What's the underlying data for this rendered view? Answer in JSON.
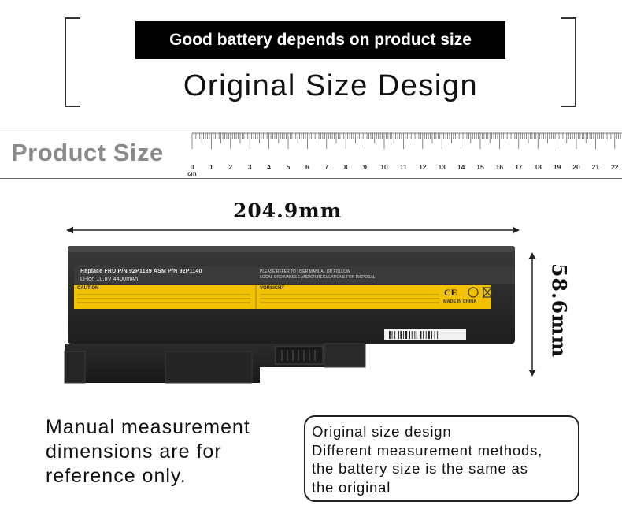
{
  "header": {
    "banner": "Good battery depends on product size",
    "headline": "Original Size Design"
  },
  "ruler": {
    "label": "Product Size",
    "unit": "cm",
    "numbers": [
      "0",
      "1",
      "2",
      "3",
      "4",
      "5",
      "6",
      "7",
      "8",
      "9",
      "10",
      "11",
      "12",
      "13",
      "14",
      "15",
      "16",
      "17",
      "18",
      "19",
      "20",
      "21",
      "22"
    ]
  },
  "dimensions": {
    "width": "204.9mm",
    "height": "58.6mm"
  },
  "battery": {
    "label_line1": "Replace FRU P/N 92P1139 ASM P/N 92P1140",
    "label_line2": "Li-ion 10.8V 4400mAh",
    "refer_line1": "PLEASE REFER TO USER MANUAL OR FOLLOW",
    "refer_line2": "LOCAL ORDINANCES AND/OR REGULATIONS FOR DISPOSAL",
    "caution": "CAUTION",
    "vorsicht": "VORSICHT",
    "ce_mark": "CE",
    "made_in": "MADE IN CHINA",
    "colors": {
      "body": "#2b2b2b",
      "body_dark": "#1c1c1c",
      "warning_label": "#f2c200"
    }
  },
  "notes": {
    "manual_lines": [
      "Manual measurement",
      "dimensions are for",
      "reference only."
    ],
    "box_lines": [
      "Original size design",
      "Different measurement methods,",
      "the battery size is the same as",
      "the original"
    ]
  }
}
